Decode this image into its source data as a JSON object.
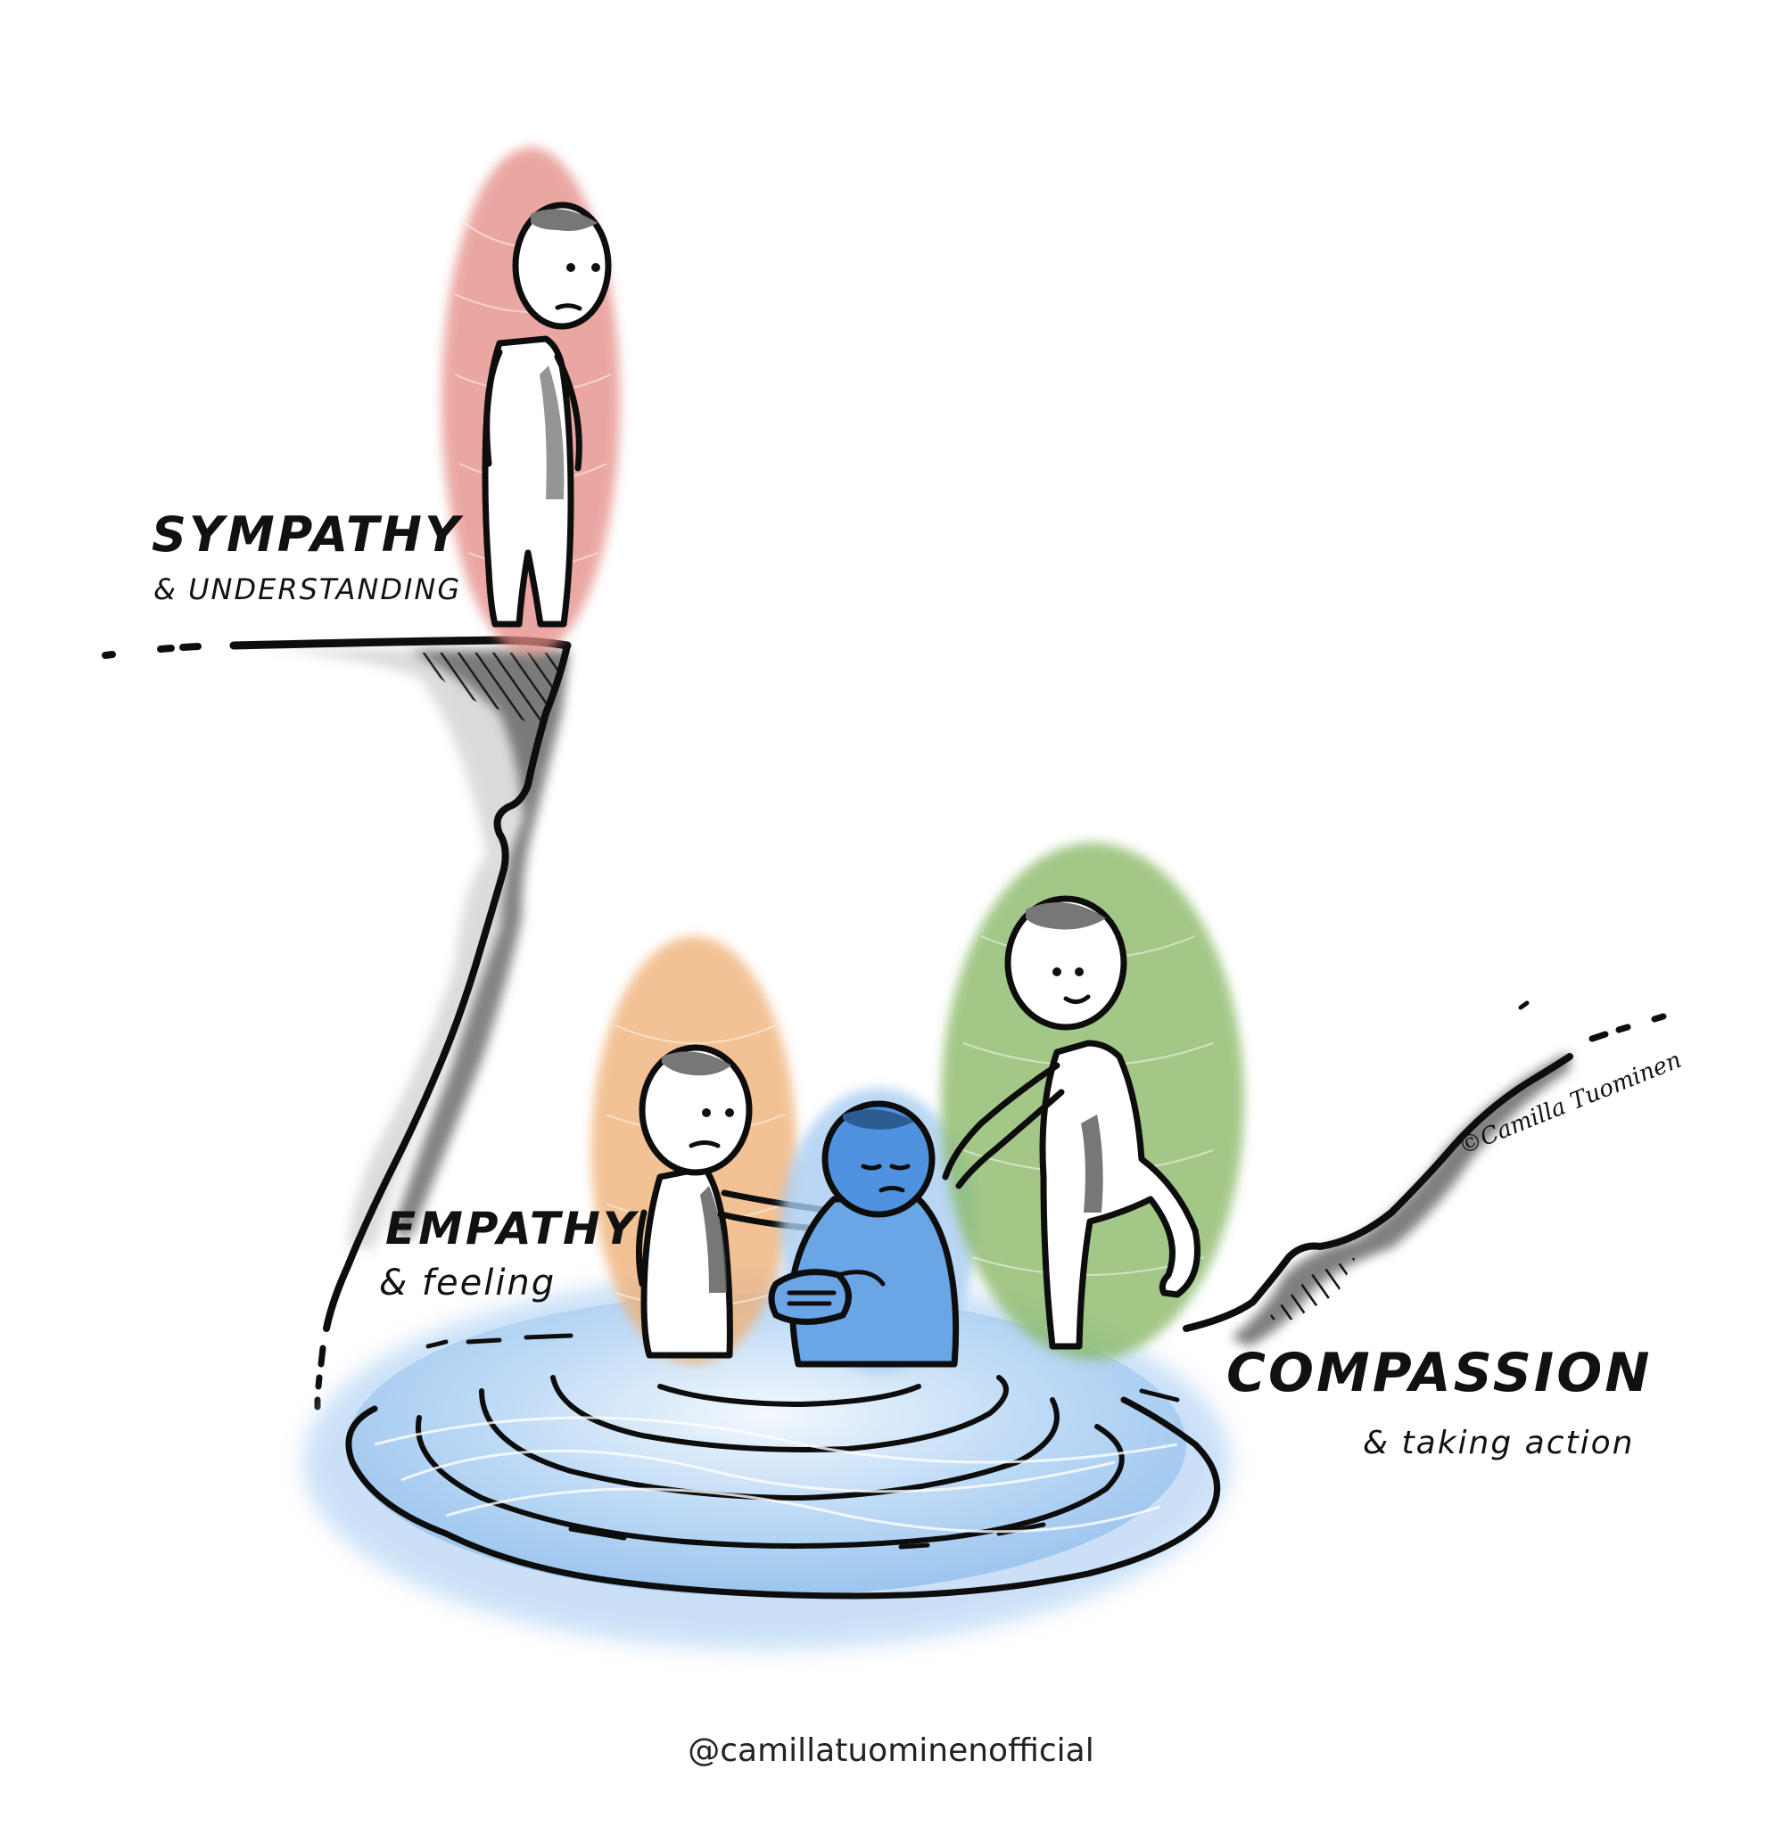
{
  "labels": {
    "sympathy_title": "SYMPATHY",
    "sympathy_sub": "& UNDERSTANDING",
    "empathy_title": "EMPATHY",
    "empathy_sub": "& feeling",
    "compassion_title": "COMPASSION",
    "compassion_sub": "& taking action"
  },
  "credit": "@camillatuominenofficial",
  "signature": "©Camilla Tuominen",
  "colors": {
    "sympathy_aura": "#e48a84",
    "empathy_aura": "#f0b27a",
    "person_in_need": "#4f93e0",
    "person_in_need_aura": "#a9cdf2",
    "compassion_aura": "#8cba6a",
    "water": "#a9cdf2",
    "ink": "#0d0d0d",
    "shadow": "#9a9a9a"
  }
}
